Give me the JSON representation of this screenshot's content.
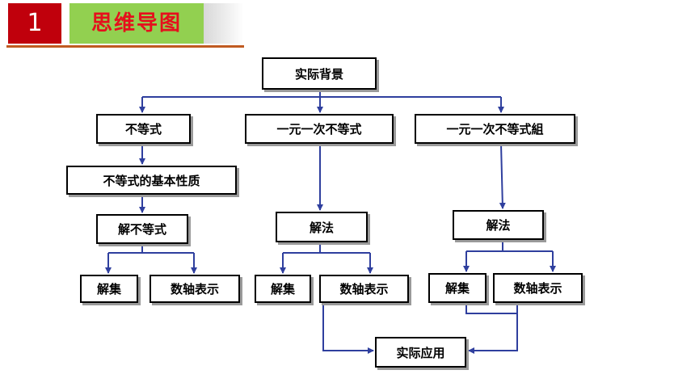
{
  "header": {
    "number": "1",
    "title": "思维导图"
  },
  "diagram": {
    "root": "实际背景",
    "branch_1": {
      "title": "不等式",
      "property": "不等式的基本性质",
      "solve": "解不等式",
      "solution_set": "解集",
      "number_line": "数轴表示"
    },
    "branch_2": {
      "title": "一元一次不等式",
      "method": "解法",
      "solution_set": "解集",
      "number_line": "数轴表示"
    },
    "branch_3": {
      "title": "一元一次不等式組",
      "method": "解法",
      "solution_set": "解集",
      "number_line": "数轴表示"
    },
    "application": "实际应用"
  },
  "colors": {
    "header_number_bg": "#c0000c",
    "header_title_bg": "#92d050",
    "header_title_text": "#e5101d",
    "connector": "#2f3f9e"
  }
}
